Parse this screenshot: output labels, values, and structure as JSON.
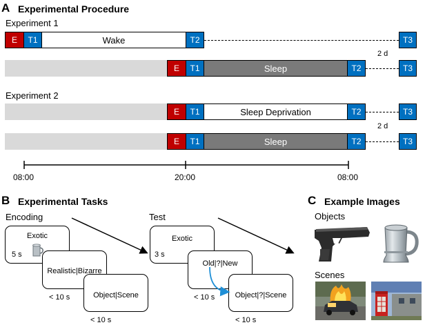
{
  "panel_a": {
    "letter": "A",
    "title": "Experimental Procedure",
    "experiment1_label": "Experiment 1",
    "experiment2_label": "Experiment 2",
    "encoding_label": "E",
    "t1": "T1",
    "t2": "T2",
    "t3": "T3",
    "rows": [
      {
        "condition": "Wake"
      },
      {
        "condition": "Sleep"
      },
      {
        "condition": "Sleep Deprivation"
      },
      {
        "condition": "Sleep"
      }
    ],
    "interval_label_1": "2 d",
    "interval_label_2": "2 d",
    "timeline_ticks": [
      "08:00",
      "20:00",
      "08:00"
    ]
  },
  "panel_b": {
    "letter": "B",
    "title": "Experimental Tasks",
    "encoding": {
      "label": "Encoding",
      "card1_text": "Exotic",
      "card1_time": "5 s",
      "card2_text": "Realistic|Bizarre",
      "card2_time": "< 10 s",
      "card3_text": "Object|Scene",
      "card3_time": "< 10 s"
    },
    "test": {
      "label": "Test",
      "card1_text": "Exotic",
      "card1_time": "3 s",
      "card2_text": "Old|?|New",
      "card2_time": "< 10 s",
      "card3_text": "Object|?|Scene",
      "card3_time": "< 10 s"
    }
  },
  "panel_c": {
    "letter": "C",
    "title": "Example Images",
    "objects_label": "Objects",
    "scenes_label": "Scenes",
    "images": [
      "pistol",
      "pewter-mug",
      "burning-car",
      "red-phone-box"
    ]
  },
  "colors": {
    "encoding_red": "#c00000",
    "test_blue": "#0070c0",
    "sleep_gray": "#7a7a7a",
    "placeholder_gray": "#d9d9d9",
    "arrow_blue": "#1f8fd6"
  }
}
